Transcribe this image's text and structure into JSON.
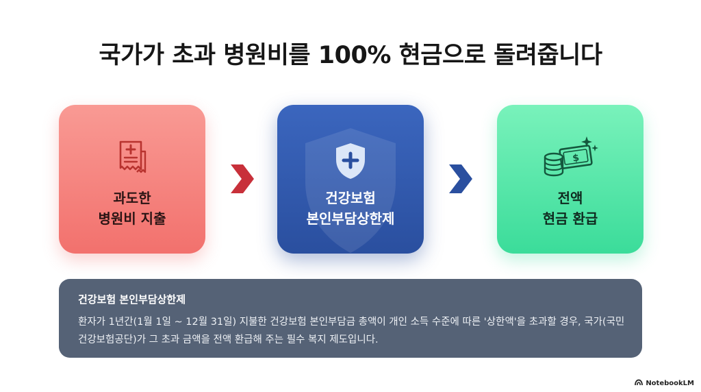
{
  "title": "국가가 초과 병원비를 100% 현금으로 돌려줍니다",
  "steps": [
    {
      "icon": "receipt-icon",
      "color": "#f2716d",
      "label_line1": "과도한",
      "label_line2": "병원비 지출"
    },
    {
      "icon": "shield-plus-icon",
      "color": "#2a4f9f",
      "label_line1": "건강보험",
      "label_line2": "본인부담상한제"
    },
    {
      "icon": "cash-refund-icon",
      "color": "#3bdc9a",
      "label_line1": "전액",
      "label_line2": "현금 환급"
    }
  ],
  "arrows": [
    {
      "icon": "chevron-right-icon",
      "color": "#c8303a"
    },
    {
      "icon": "chevron-right-icon",
      "color": "#2a4f9f"
    }
  ],
  "info_panel": {
    "heading": "건강보험 본인부담상한제",
    "body": "환자가 1년간(1월 1일 ~ 12월 31일) 지불한 건강보험 본인부담금 총액이 개인 소득 수준에 따른 '상한액'을 초과할 경우, 국가(국민건강보험공단)가 그 초과 금액을 전액 환급해 주는 필수 복지 제도입니다."
  },
  "brand": {
    "icon": "notebooklm-logo-icon",
    "name": "NotebookLM"
  }
}
